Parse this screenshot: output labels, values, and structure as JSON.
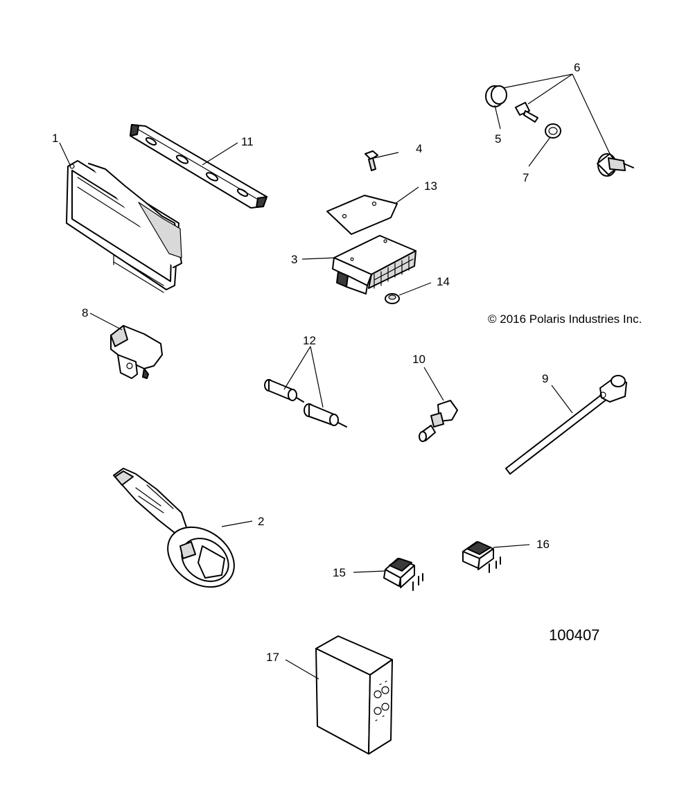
{
  "callouts": {
    "c1": "1",
    "c2": "2",
    "c3": "3",
    "c4": "4",
    "c5": "5",
    "c6": "6",
    "c7": "7",
    "c8": "8",
    "c9": "9",
    "c10": "10",
    "c11": "11",
    "c12": "12",
    "c13": "13",
    "c14": "14",
    "c15": "15",
    "c16": "16",
    "c17": "17"
  },
  "copyright": "© 2016 Polaris Industries Inc.",
  "diagram_number": "100407"
}
